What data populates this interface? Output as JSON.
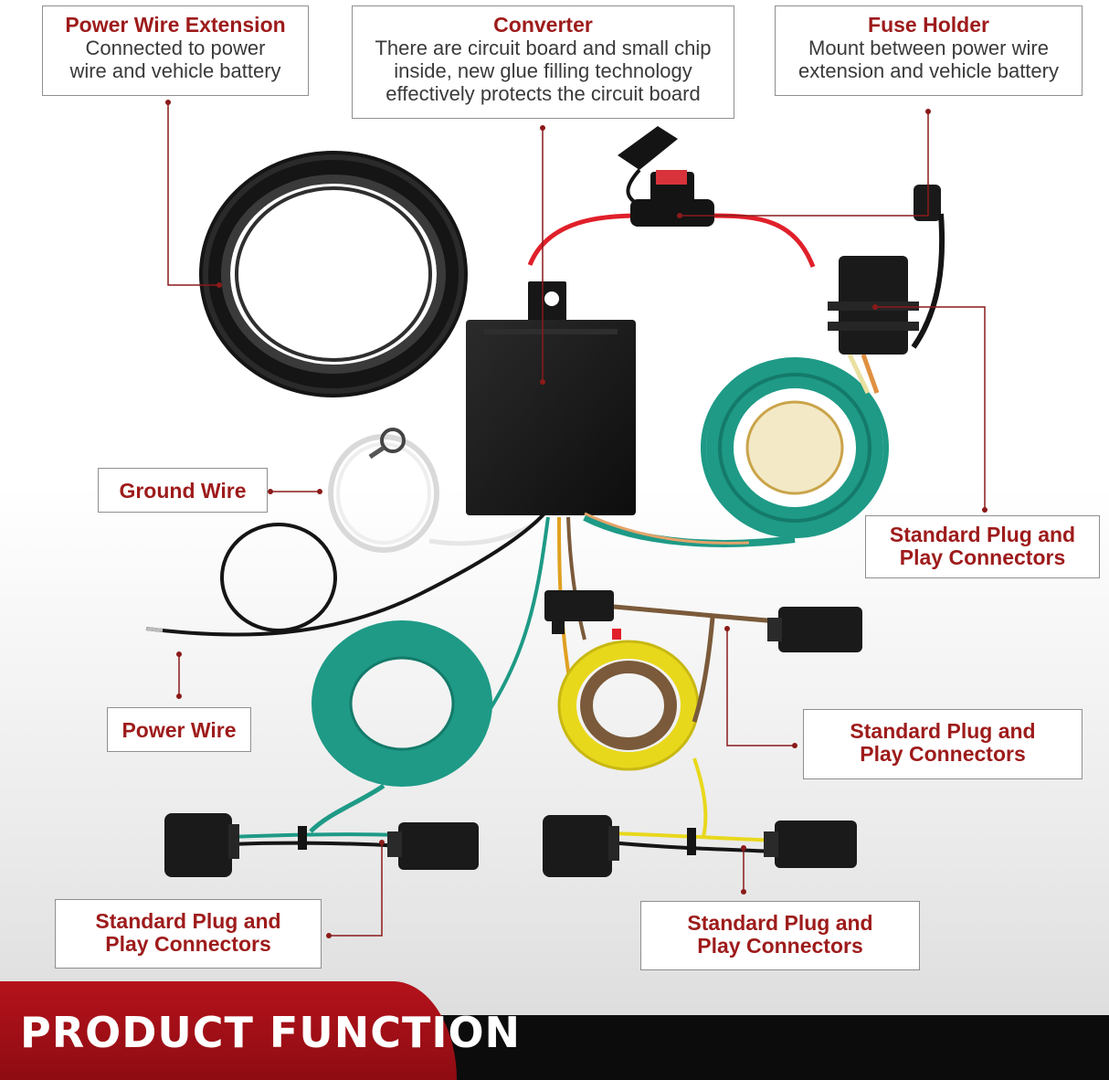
{
  "colors": {
    "accent": "#9e1b1b",
    "leader": "#8b1a1a",
    "box_border": "#8f8f8f",
    "banner_red": "#b5121b",
    "banner_black": "#0c0c0c",
    "wire_teal": "#1e9a86",
    "wire_black": "#151515",
    "wire_red": "#e0202a",
    "wire_yellow": "#e8d81c",
    "wire_brown": "#7a5a3a"
  },
  "labels": {
    "power_ext": {
      "title": "Power Wire Extension",
      "desc": [
        "Connected to power",
        "wire and vehicle battery"
      ]
    },
    "converter": {
      "title": "Converter",
      "desc": [
        "There are circuit board and small chip",
        "inside, new glue filling technology",
        "effectively protects the circuit board"
      ]
    },
    "fuse_holder": {
      "title": "Fuse Holder",
      "desc": [
        "Mount between power wire",
        "extension and vehicle battery"
      ]
    },
    "ground_wire": {
      "title": "Ground Wire"
    },
    "power_wire": {
      "title": "Power Wire"
    },
    "plug_right": {
      "title": [
        "Standard Plug and",
        "Play Connectors"
      ]
    },
    "plug_middle": {
      "title": [
        "Standard Plug and",
        "Play Connectors"
      ]
    },
    "plug_bottom_left": {
      "title": [
        "Standard Plug and",
        "Play Connectors"
      ]
    },
    "plug_bottom_right": {
      "title": [
        "Standard Plug and",
        "Play Connectors"
      ]
    }
  },
  "footer": {
    "title": "PRODUCT FUNCTION"
  }
}
